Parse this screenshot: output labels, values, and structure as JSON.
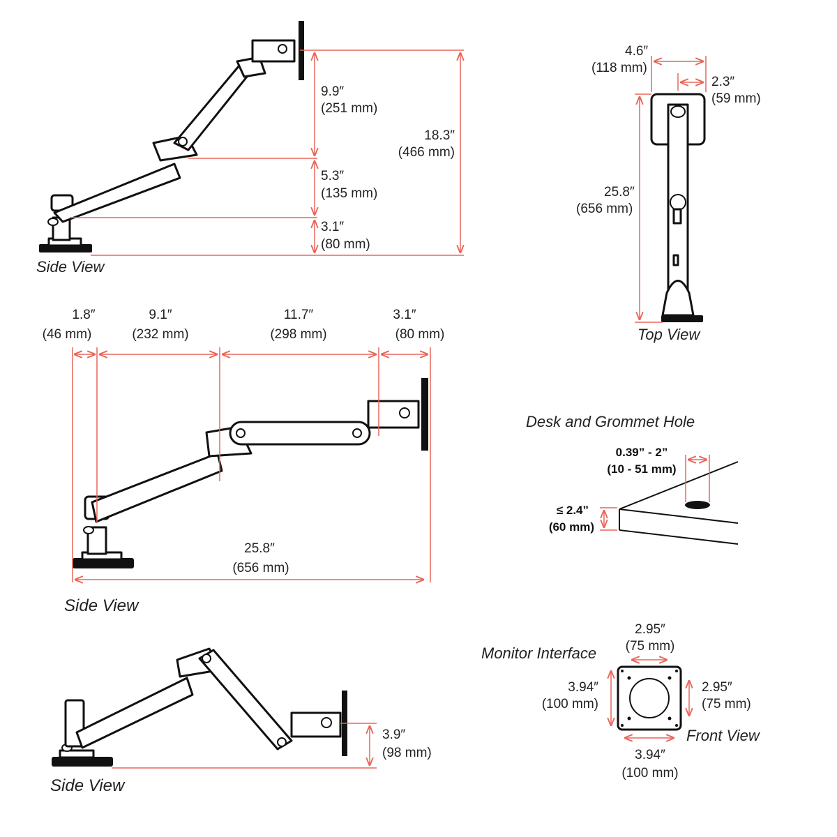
{
  "colors": {
    "dimension": "#e8665a",
    "outline": "#111111",
    "background": "#ffffff"
  },
  "side_view_1": {
    "caption": "Side View",
    "dims": [
      {
        "inch": "9.9″",
        "mm": "(251 mm)"
      },
      {
        "inch": "5.3″",
        "mm": "(135 mm)"
      },
      {
        "inch": "3.1″",
        "mm": "(80 mm)"
      },
      {
        "inch": "18.3″",
        "mm": "(466 mm)"
      }
    ]
  },
  "side_view_2": {
    "caption": "Side View",
    "top_dims": [
      {
        "inch": "1.8″",
        "mm": "(46 mm)"
      },
      {
        "inch": "9.1″",
        "mm": "(232 mm)"
      },
      {
        "inch": "11.7″",
        "mm": "(298 mm)"
      },
      {
        "inch": "3.1″",
        "mm": "(80 mm)"
      }
    ],
    "total": {
      "inch": "25.8″",
      "mm": "(656 mm)"
    }
  },
  "side_view_3": {
    "caption": "Side View",
    "dim": {
      "inch": "3.9″",
      "mm": "(98 mm)"
    }
  },
  "top_view": {
    "caption": "Top View",
    "width": {
      "inch": "4.6″",
      "mm": "(118 mm)"
    },
    "offset": {
      "inch": "2.3″",
      "mm": "(59 mm)"
    },
    "length": {
      "inch": "25.8″",
      "mm": "(656 mm)"
    }
  },
  "desk": {
    "title": "Desk and Grommet Hole",
    "hole": {
      "inch": "0.39” - 2”",
      "mm": "(10 - 51 mm)"
    },
    "thickness": {
      "inch": "≤ 2.4”",
      "mm": "(60 mm)"
    }
  },
  "monitor_interface": {
    "title": "Monitor Interface",
    "caption": "Front View",
    "top": {
      "inch": "2.95″",
      "mm": "(75 mm)"
    },
    "right": {
      "inch": "2.95″",
      "mm": "(75 mm)"
    },
    "left": {
      "inch": "3.94″",
      "mm": "(100 mm)"
    },
    "bottom": {
      "inch": "3.94″",
      "mm": "(100 mm)"
    }
  }
}
